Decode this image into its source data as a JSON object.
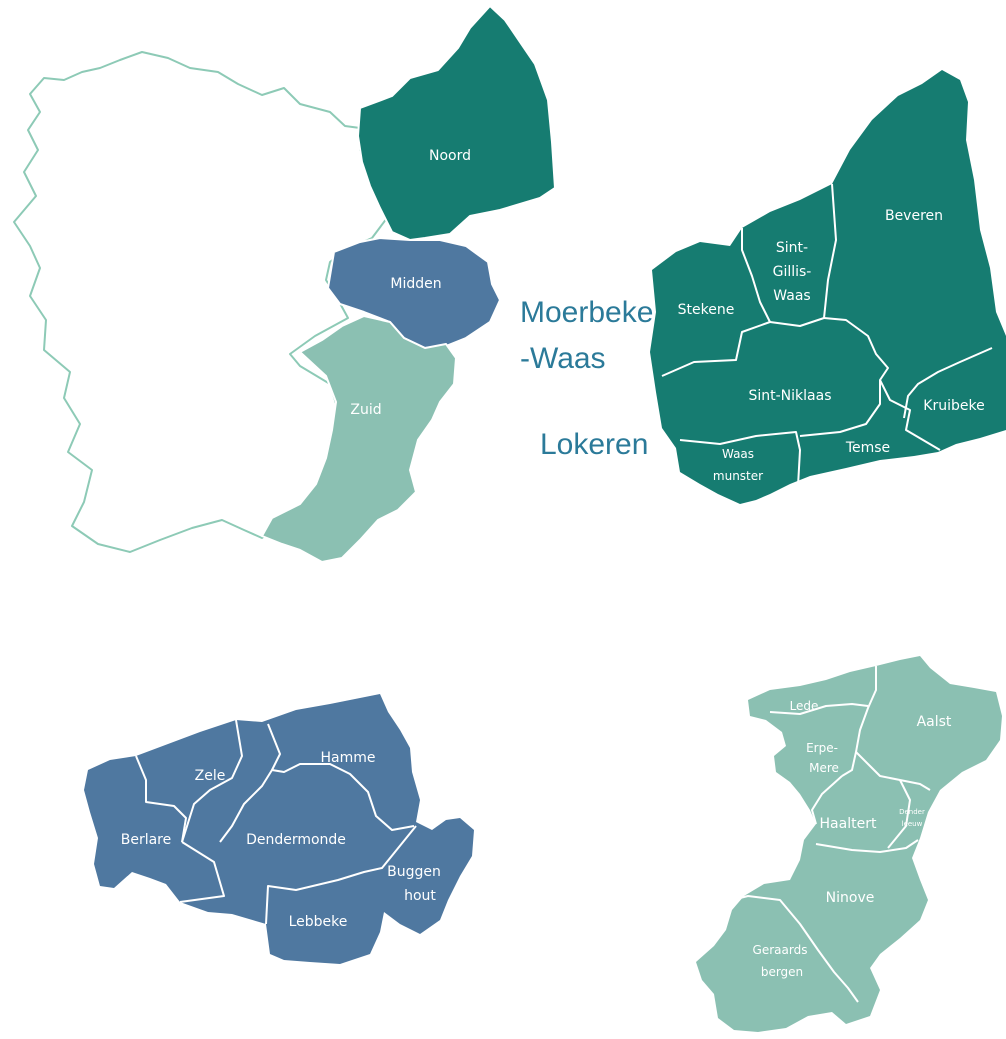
{
  "colors": {
    "noord": "#167c71",
    "midden": "#4f78a0",
    "zuid": "#8bc0b2",
    "outline": "#8dcab6",
    "overlay_text": "#2b7a99"
  },
  "overview": {
    "noord": "Noord",
    "midden": "Midden",
    "zuid": "Zuid"
  },
  "noord_detail": {
    "stekene": "Stekene",
    "sint_gillis_1": "Sint-",
    "sint_gillis_2": "Gillis-",
    "sint_gillis_3": "Waas",
    "beveren": "Beveren",
    "sint_niklaas": "Sint-Niklaas",
    "kruibeke": "Kruibeke",
    "temse": "Temse",
    "waasmunster_1": "Waas",
    "waasmunster_2": "munster"
  },
  "overlay": {
    "moerbeke_1": "Moerbeke",
    "moerbeke_2": "-Waas",
    "lokeren": "Lokeren"
  },
  "midden_detail": {
    "zele": "Zele",
    "hamme": "Hamme",
    "berlare": "Berlare",
    "dendermonde": "Dendermonde",
    "buggenhout_1": "Buggen",
    "buggenhout_2": "hout",
    "lebbeke": "Lebbeke"
  },
  "zuid_detail": {
    "lede": "Lede",
    "aalst": "Aalst",
    "erpe_mere_1": "Erpe-",
    "erpe_mere_2": "Mere",
    "haaltert": "Haaltert",
    "denderleeuw_1": "Dender",
    "denderleeuw_2": "leeuw",
    "ninove": "Ninove",
    "geraardsbergen_1": "Geraards",
    "geraardsbergen_2": "bergen"
  }
}
